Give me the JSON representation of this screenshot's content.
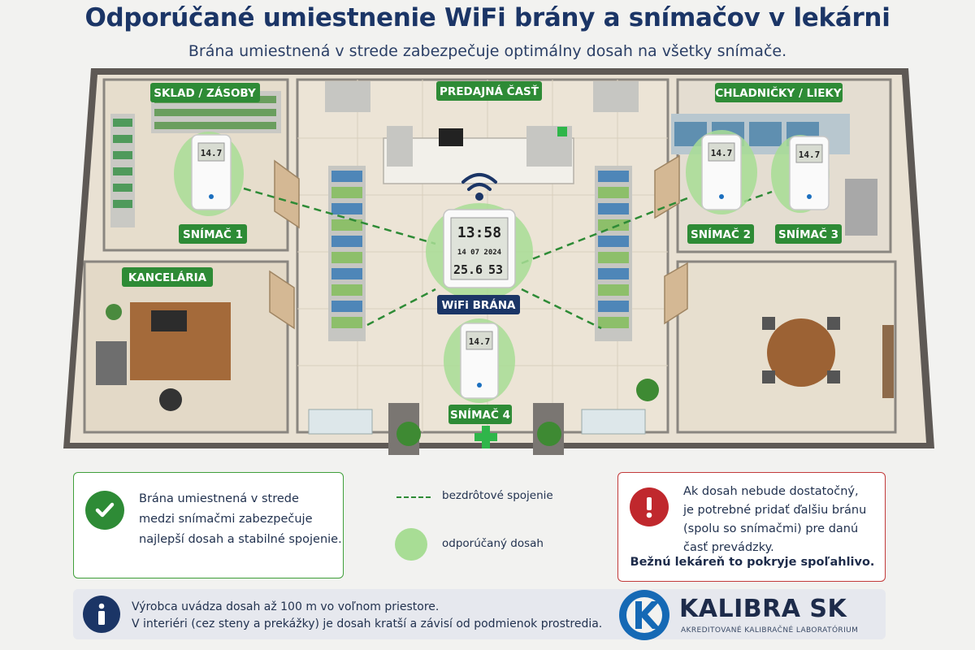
{
  "header": {
    "title": "Odporúčané umiestnenie WiFi brány a snímačov v lekárni",
    "subtitle": "Brána umiestnená v strede zabezpečuje optimálny dosah na všetky snímače."
  },
  "rooms": {
    "storage": "SKLAD / ZÁSOBY",
    "sales": "PREDAJNÁ ČASŤ",
    "fridges": "CHLADNIČKY / LIEKY",
    "office": "KANCELÁRIA"
  },
  "devices": {
    "gateway_label": "WiFi BRÁNA",
    "gateway_time": "13:58",
    "gateway_date": "14 07 2024",
    "gateway_temp": "25.6",
    "gateway_hum": "53",
    "sensor_reading": "14.7",
    "sensor1": "SNÍMAČ 1",
    "sensor2": "SNÍMAČ 2",
    "sensor3": "SNÍMAČ 3",
    "sensor4": "SNÍMAČ 4"
  },
  "info_ok": {
    "line1": "Brána umiestnená v strede",
    "line2": "medzi snímačmi zabezpečuje",
    "line3": "najlepší dosah a stabilné spojenie."
  },
  "legend": {
    "link": "bezdrôtové spojenie",
    "range": "odporúčaný dosah"
  },
  "info_warn": {
    "line1": "Ak dosah nebude dostatočný,",
    "line2": "je potrebné pridať ďalšiu bránu",
    "line3": "(spolu so snímačmi) pre danú",
    "line4": "časť prevádzky.",
    "bold": "Bežnú lekáreň to pokryje spoľahlivo."
  },
  "info_bar": {
    "line1": "Výrobca uvádza dosah až 100 m vo voľnom priestore.",
    "line2": "V interiéri (cez steny a prekážky) je dosah kratší  a  závisí od podmienok prostredia."
  },
  "logo": {
    "name": "KALIBRA SK",
    "tagline": "AKREDITOVANÉ KALIBRAČNÉ LABORATÓRIUM"
  },
  "colors": {
    "title": "#1b3566",
    "green": "#2e8b36",
    "range": "#a8dd95",
    "warn": "#c0282d",
    "navy": "#1b3566"
  }
}
